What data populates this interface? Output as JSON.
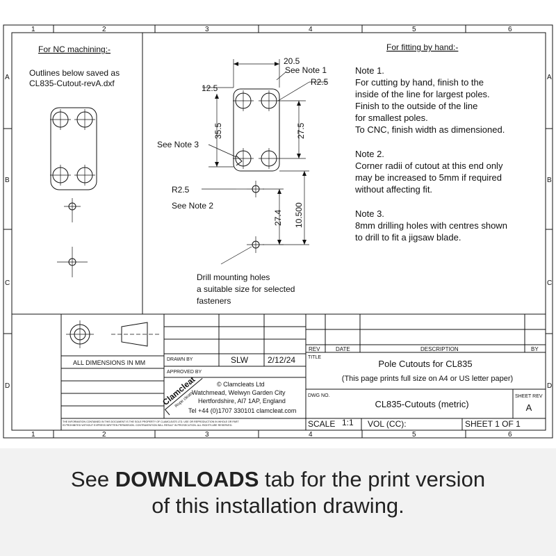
{
  "zones": {
    "columns": [
      "1",
      "2",
      "3",
      "4",
      "5",
      "6"
    ],
    "rows": [
      "A",
      "B",
      "C",
      "D"
    ]
  },
  "nc": {
    "heading": "For NC machining:-",
    "line1": "Outlines below saved as",
    "line2": "CL835-Cutout-revA.dxf"
  },
  "hand": {
    "heading": "For fitting by hand:-",
    "note1": [
      "Note 1.",
      "For cutting by hand, finish to the",
      "inside of the line for largest poles.",
      "Finish to the outside of the line",
      "for smallest poles.",
      "To CNC, finish width as dimensioned."
    ],
    "note2": [
      "Note 2.",
      "Corner radii of cutout at this end only",
      "may be increased to 5mm if required",
      "without affecting fit."
    ],
    "note3": [
      "Note 3.",
      "8mm drilling holes with centres shown",
      "to drill to fit a jigsaw blade."
    ]
  },
  "dims": {
    "width": "20.5",
    "hole_offset": "12.5",
    "height": "35.5",
    "hole_pitch": "27.5",
    "mount_spacing": "27.4",
    "overall": "10.500",
    "radius_top": "R2.5",
    "radius_bottom": "R2.5",
    "see_note1": "See Note 1",
    "see_note2": "See Note 2",
    "see_note3": "See Note 3",
    "drill_note": [
      "Drill mounting holes",
      "a suitable size for selected",
      "fasteners"
    ]
  },
  "titleblock": {
    "all_dims": "ALL DIMENSIONS IN MM",
    "drawn_by_label": "DRAWN BY",
    "drawn_by": "SLW",
    "date": "2/12/24",
    "approved_by_label": "APPROVED BY",
    "rev_label": "REV",
    "date_label": "DATE",
    "description_label": "DESCRIPTION",
    "by_label": "BY",
    "title_label": "TITLE",
    "title": "Pole Cutouts for CL835",
    "subtitle": "(This page prints full size on A4 or US letter paper)",
    "dwg_no_label": "DWG NO.",
    "dwg_no": "CL835-Cutouts (metric)",
    "sheet_rev_label": "SHEET REV",
    "sheet_rev": "A",
    "scale_label": "SCALE",
    "scale": "1:1",
    "vol": "VOL (CC):",
    "sheet": "SHEET 1 OF 1",
    "company": [
      "© Clamcleats Ltd",
      "Watchmead, Welwyn Garden City",
      "Hertfordshire, Al7 1AP, England",
      "Tel +44 (0)1707 330101    clamcleat.com"
    ],
    "logo_text": "Clamcleat",
    "logo_sub": "Rope cleats",
    "disclaimer1": "THE INFORMATION CONTAINED IN THIS DOCUMENT IS THE SOLE PROPERTY OF CLAMCLEATS LTD. USE OR REPRODUCTION IN WHOLE OR PART",
    "disclaimer2": "IS PROHIBITED WITHOUT EXPRESS WRITTEN PERMISSION. CONTRAVENTION WILL RESULT IN PROSECUTION. ALL RIGHTS ARE RESERVED."
  },
  "footer": {
    "line1_pre": "See",
    "line1_bold": "DOWNLOADS",
    "line1_post": "tab for the print version",
    "line2": "of this installation drawing."
  }
}
